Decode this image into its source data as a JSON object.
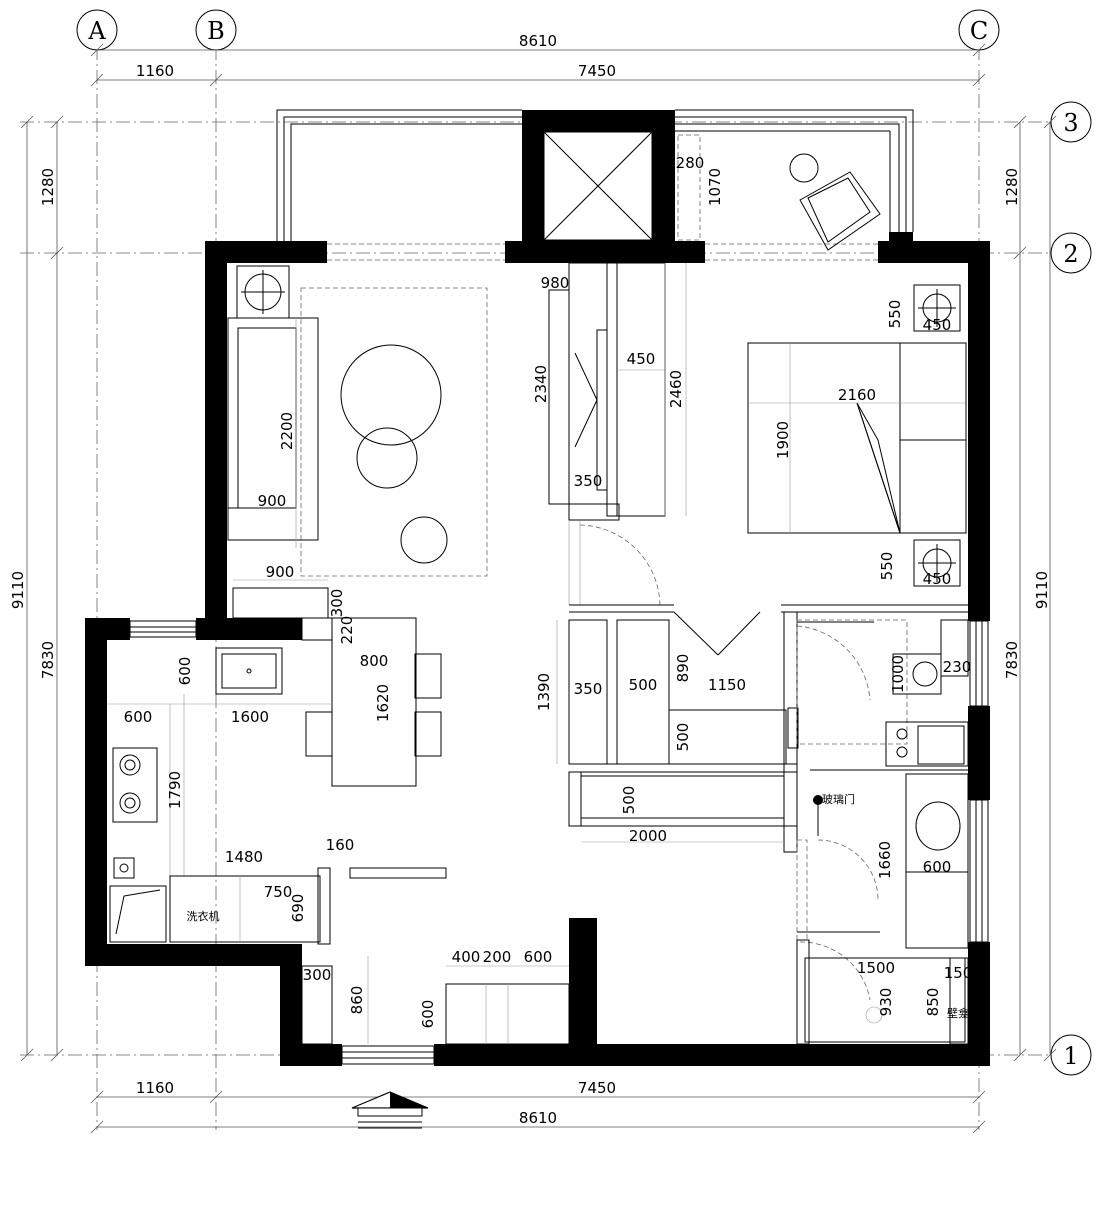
{
  "axes": {
    "columns": [
      "A",
      "B",
      "C"
    ],
    "rows": [
      "3",
      "2",
      "1"
    ]
  },
  "dimensions": {
    "top_total": "8610",
    "top_left": "1160",
    "top_right": "7450",
    "bottom_left": "1160",
    "bottom_right": "7450",
    "bottom_total": "8610",
    "left_total": "9110",
    "left_top": "1280",
    "left_bottom": "7830",
    "right_total": "9110",
    "right_top": "1280",
    "right_bottom": "7830"
  },
  "interior_dims": {
    "d980": "980",
    "d2340": "2340",
    "d450a": "450",
    "d2460": "2460",
    "d350a": "350",
    "d280": "280",
    "d1070": "1070",
    "d550a": "550",
    "d450b": "450",
    "d2160": "2160",
    "d1900": "1900",
    "d550b": "550",
    "d450c": "450",
    "d2200": "2200",
    "d900a": "900",
    "d900b": "900",
    "d300a": "300",
    "d220": "220",
    "d800": "800",
    "d1620": "1620",
    "d600a": "600",
    "d600b": "600",
    "d1600": "1600",
    "d1790": "1790",
    "d1480": "1480",
    "d160": "160",
    "d750": "750",
    "d690": "690",
    "d300b": "300",
    "d860": "860",
    "d400": "400",
    "d200": "200",
    "d600c": "600",
    "d600d": "600",
    "d1390": "1390",
    "d350b": "350",
    "d500a": "500",
    "d890": "890",
    "d1150": "1150",
    "d500b": "500",
    "d500c": "500",
    "d2000": "2000",
    "d1000": "1000",
    "d230": "230",
    "d1660": "1660",
    "d600e": "600",
    "d1500": "1500",
    "d150": "150",
    "d930": "930",
    "d850": "850"
  },
  "labels": {
    "washer": "洗衣机",
    "glass_door": "玻璃门",
    "niche": "壁龛"
  }
}
